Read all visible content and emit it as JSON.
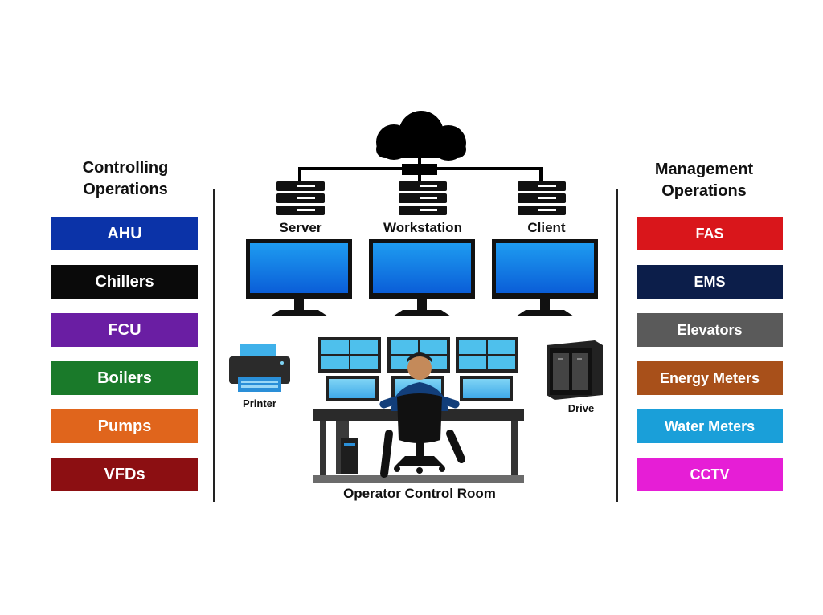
{
  "left": {
    "title": "Controlling\nOperations",
    "items": [
      {
        "label": "AHU",
        "color": "#0b33a8"
      },
      {
        "label": "Chillers",
        "color": "#0a0a0a"
      },
      {
        "label": "FCU",
        "color": "#6a1ea3"
      },
      {
        "label": "Boilers",
        "color": "#1a7a2a"
      },
      {
        "label": "Pumps",
        "color": "#e0651c"
      },
      {
        "label": "VFDs",
        "color": "#8c0f12"
      }
    ]
  },
  "right": {
    "title": "Management\nOperations",
    "items": [
      {
        "label": "FAS",
        "color": "#d9161b"
      },
      {
        "label": "EMS",
        "color": "#0c1e4a"
      },
      {
        "label": "Elevators",
        "color": "#5a5a5a"
      },
      {
        "label": "Energy Meters",
        "color": "#a8501a"
      },
      {
        "label": "Water Meters",
        "color": "#1a9fd9"
      },
      {
        "label": "CCTV",
        "color": "#e61ed6"
      }
    ]
  },
  "center": {
    "server_label": "Server",
    "workstation_label": "Workstation",
    "client_label": "Client",
    "printer_label": "Printer",
    "drive_label": "Drive",
    "room_label": "Operator Control Room"
  }
}
